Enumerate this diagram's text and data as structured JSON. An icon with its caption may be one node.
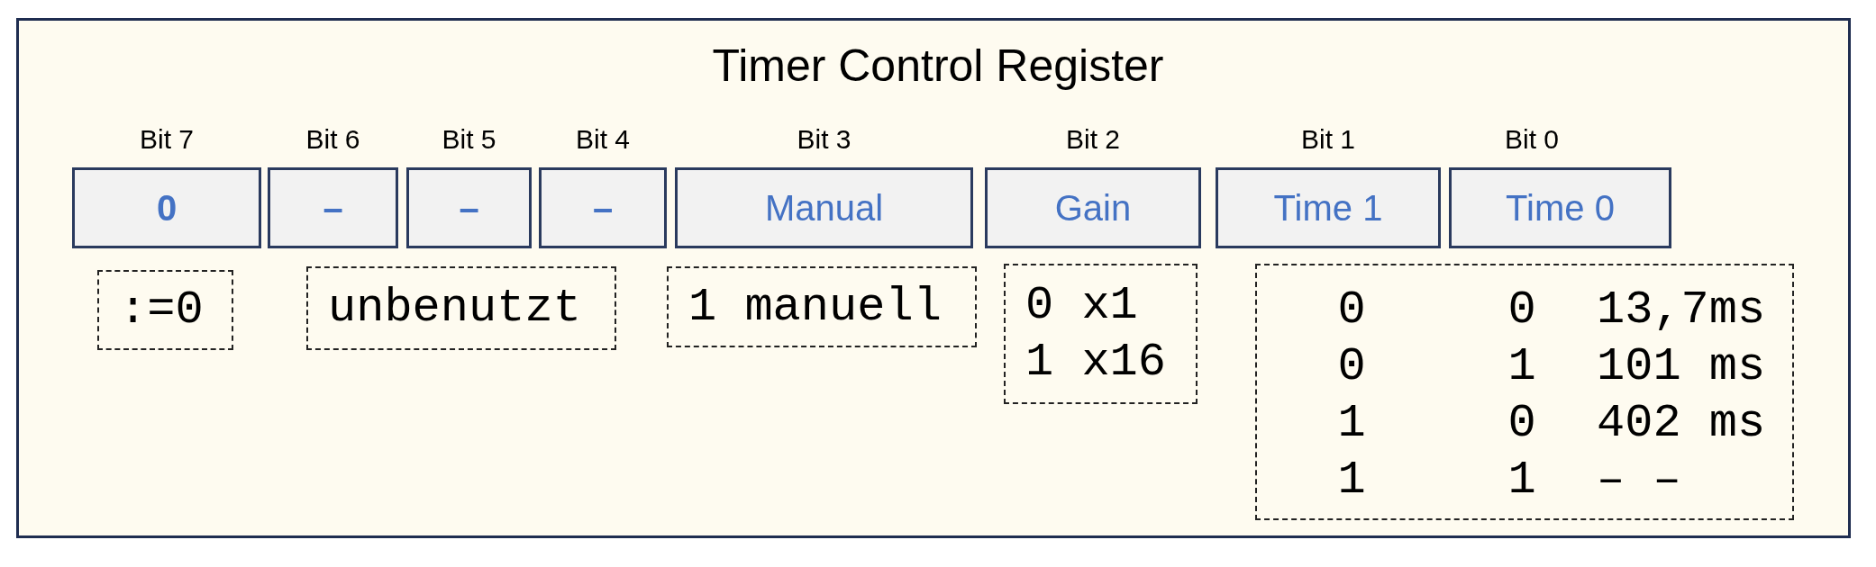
{
  "diagram": {
    "title": "Timer Control Register",
    "nodes": [
      {
        "text": [
          "0"
        ],
        "beside": [
          "Bit 7"
        ]
      },
      {
        "text": [
          "–"
        ],
        "beside": [
          "Bit 6"
        ]
      },
      {
        "text": [
          "–"
        ],
        "beside": [
          "Bit 5"
        ]
      },
      {
        "text": [
          "–"
        ],
        "beside": [
          "Bit 4"
        ]
      },
      {
        "text": [
          "Manual"
        ],
        "beside": [
          "Bit 3"
        ]
      },
      {
        "text": [
          "Gain"
        ],
        "beside": [
          "Bit 2"
        ]
      },
      {
        "text": [
          "Time 1"
        ],
        "beside": [
          "Bit 1"
        ]
      },
      {
        "text": [
          "Time 0"
        ],
        "beside": [
          "Bit 0"
        ]
      },
      {
        "text": [
          ":=0"
        ]
      },
      {
        "text": [
          "unbenutzt"
        ]
      },
      {
        "text": [
          "1 manuell"
        ]
      },
      {
        "text": [
          "0 x1",
          "1 x16"
        ]
      },
      {
        "text": [
          "0",
          "0",
          "13,7ms",
          "0",
          "1",
          "101 ms",
          "1",
          "0",
          "402 ms",
          "1",
          "1",
          "– –"
        ]
      }
    ],
    "edges": []
  }
}
